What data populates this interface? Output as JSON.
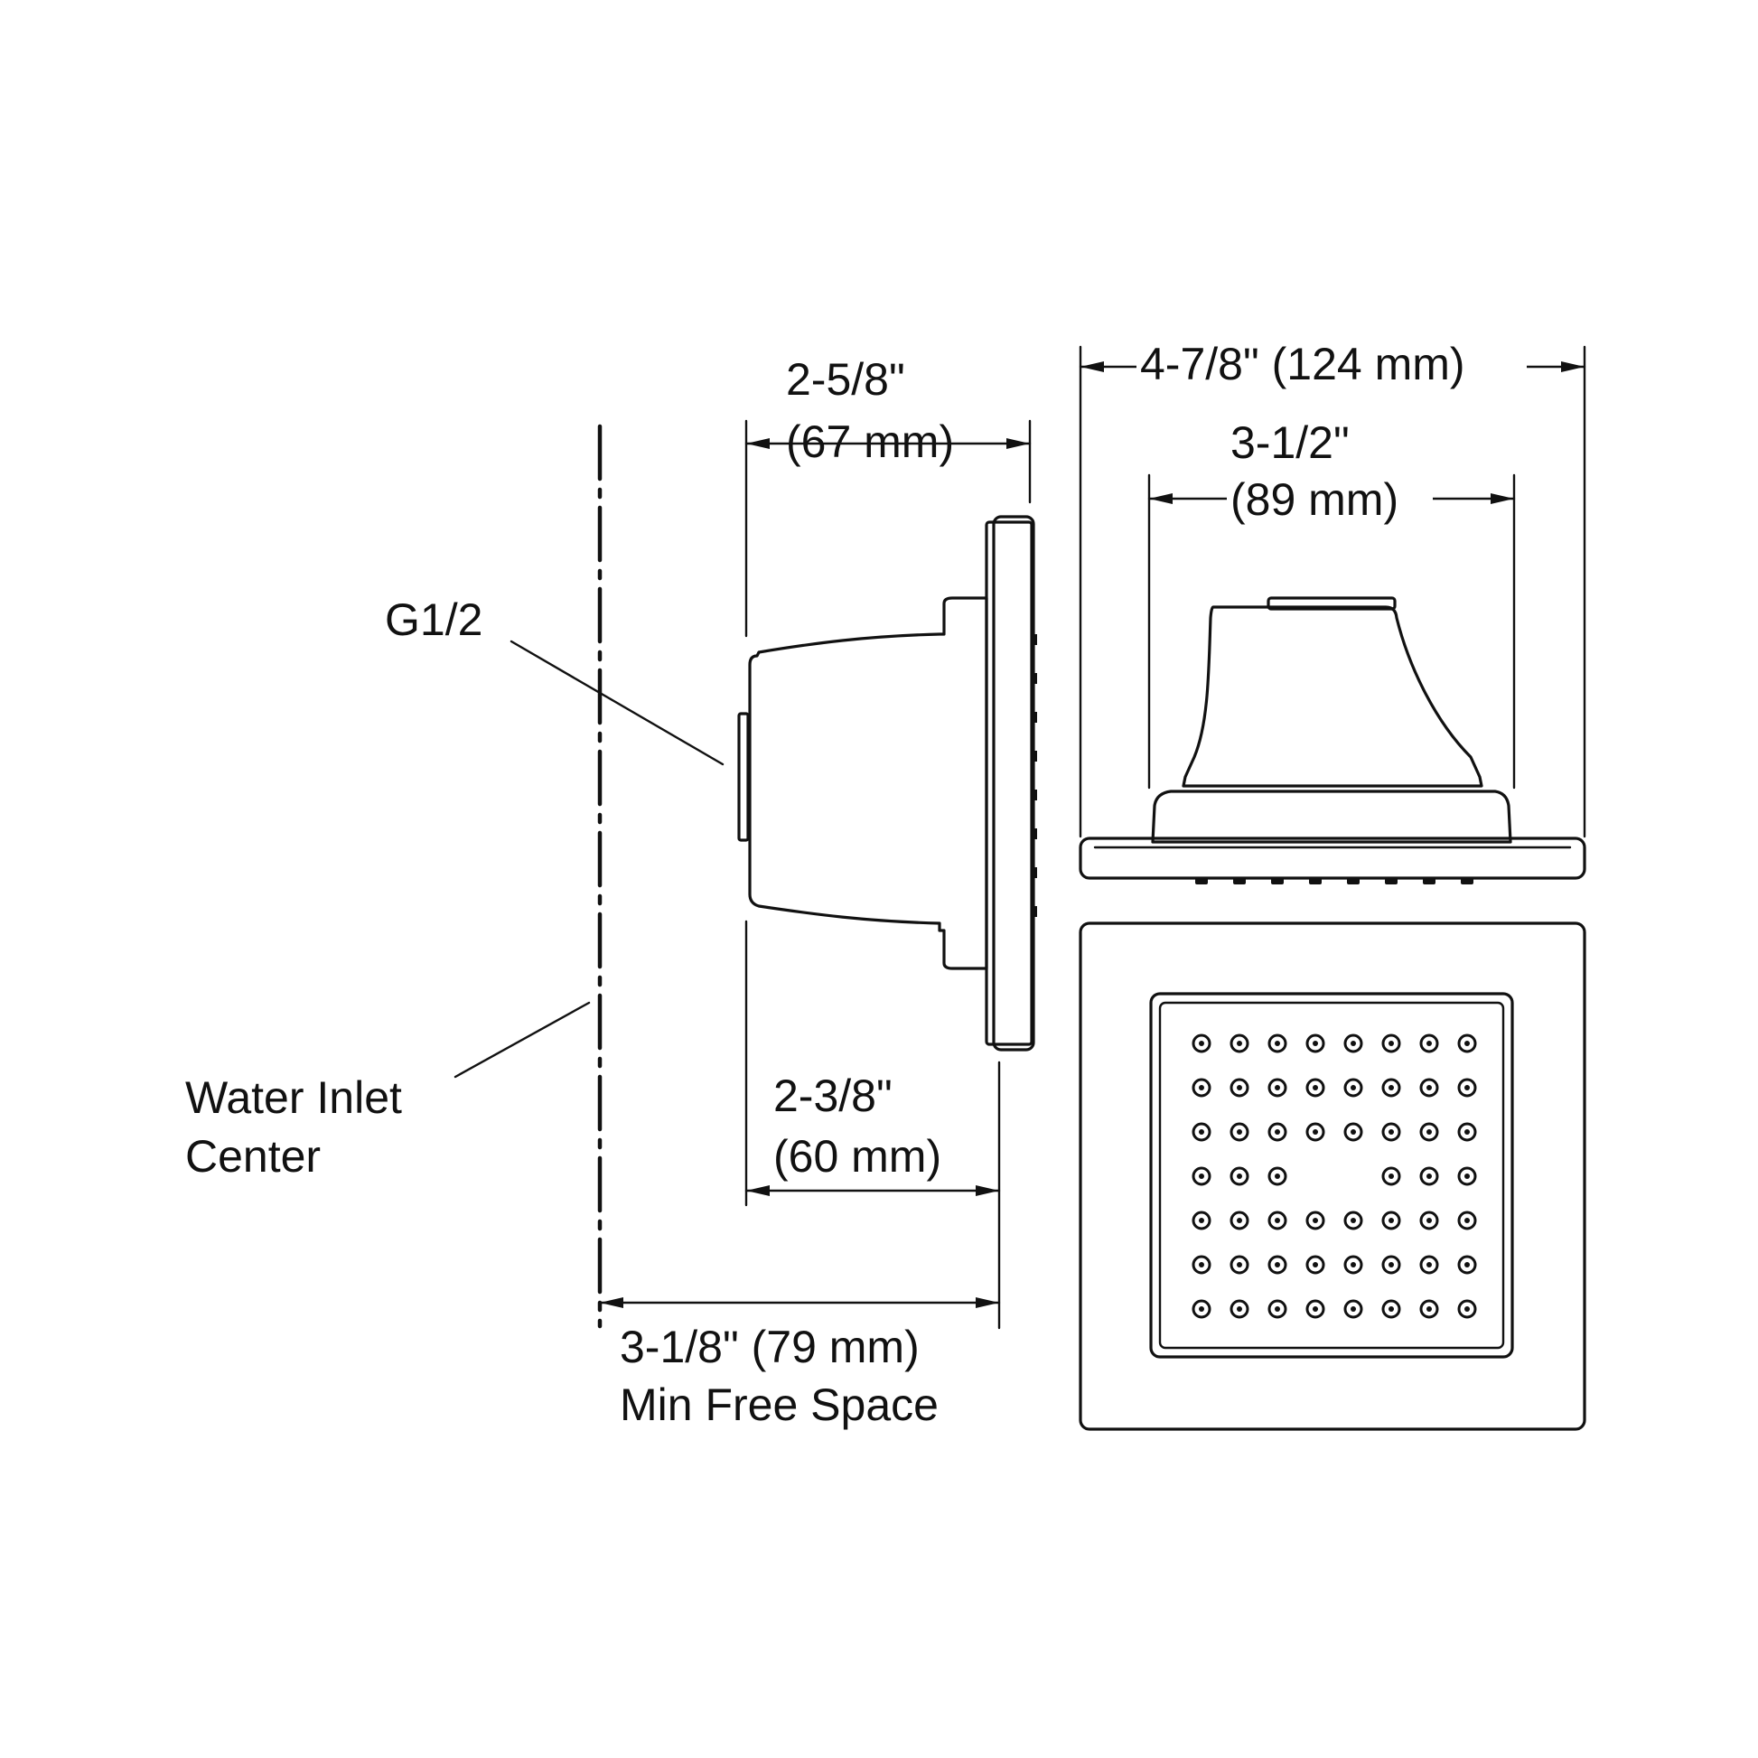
{
  "labels": {
    "g12": "G1/2",
    "inlet_line1": "Water Inlet",
    "inlet_line2": "Center",
    "dim_depth_in": "2-5/8\"",
    "dim_depth_mm": "(67 mm)",
    "dim_body_in": "2-3/8\"",
    "dim_body_mm": "(60 mm)",
    "dim_free_line1": "3-1/8\" (79 mm)",
    "dim_free_line2": "Min Free Space",
    "dim_width": "4-7/8\" (124 mm)",
    "dim_inner_in": "3-1/2\"",
    "dim_inner_mm": "(89 mm)"
  },
  "colors": {
    "line": "#111111",
    "background": "#ffffff"
  }
}
